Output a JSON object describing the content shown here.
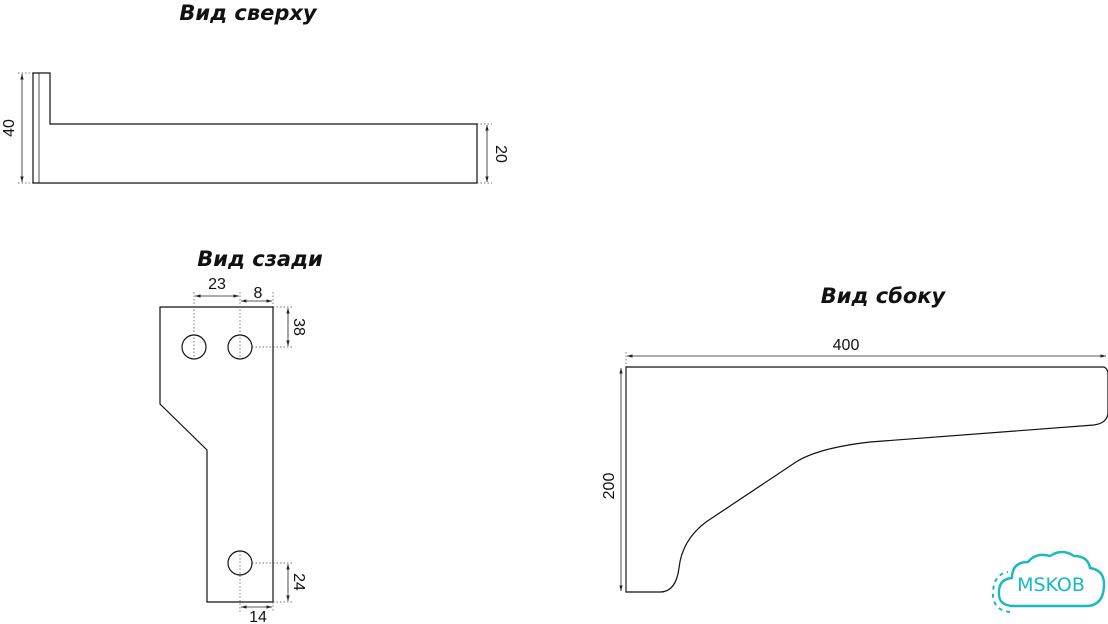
{
  "views": {
    "top": {
      "title": "Вид сверху",
      "dims": {
        "height_total": "40",
        "height_right": "20"
      }
    },
    "back": {
      "title": "Вид сзади",
      "dims": {
        "hole_spacing": "23",
        "edge_offset": "8",
        "top_offset": "38",
        "bottom_offset": "24",
        "bottom_edge_offset": "14"
      }
    },
    "side": {
      "title": "Вид сбоку",
      "dims": {
        "length": "400",
        "height": "200"
      }
    }
  },
  "logo": {
    "text": "MSKOB",
    "color": "#19b9c0"
  }
}
